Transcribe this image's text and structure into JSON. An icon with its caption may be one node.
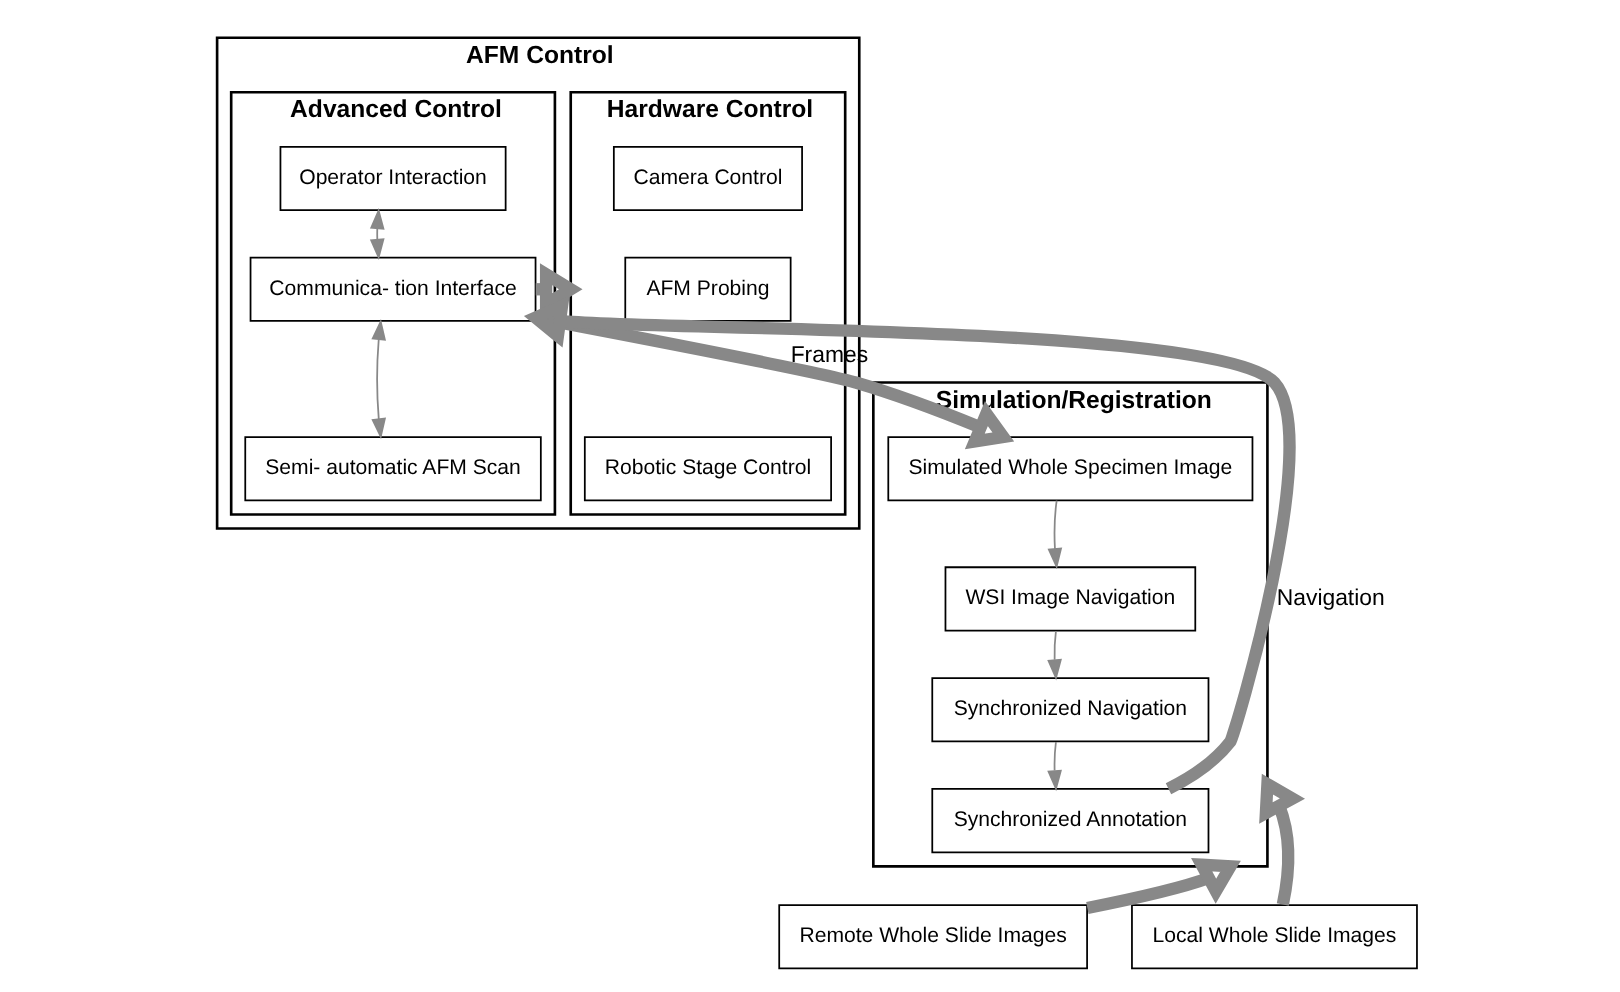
{
  "diagram": {
    "nodes": [
      {
        "text": [
          "AFM Control"
        ]
      },
      {
        "text": [
          "Hardware Control"
        ],
        "in": 0
      },
      {
        "text": [
          "Camera Control"
        ],
        "in": 1
      },
      {
        "text": [
          "AFM Probing"
        ],
        "in": 1
      },
      {
        "text": [
          "Robotic Stage Control"
        ],
        "in": 1
      },
      {
        "text": [
          "Advanced Control"
        ],
        "in": 0
      },
      {
        "text": [
          "Operator Interaction"
        ],
        "in": 5
      },
      {
        "text": [
          "Communica- tion Interface"
        ],
        "in": 5
      },
      {
        "text": [
          "Semi- automatic AFM Scan"
        ],
        "in": 5
      },
      {
        "text": [
          "Simulation/Registration"
        ]
      },
      {
        "text": [
          "Simulated Whole Specimen Image"
        ],
        "in": 9
      },
      {
        "text": [
          "WSI Image Navigation"
        ],
        "in": 9
      },
      {
        "text": [
          "Synchronized Navigation"
        ],
        "in": 9
      },
      {
        "text": [
          "Synchronized Annotation"
        ],
        "in": 9
      },
      {
        "text": [
          "Remote Whole Slide Images"
        ]
      },
      {
        "text": [
          "Local Whole Slide Images"
        ]
      }
    ],
    "edges": [
      {
        "from": 6,
        "to": 7,
        "arrow": "both"
      },
      {
        "from": 7,
        "to": 8,
        "arrow": "both"
      },
      {
        "from": 7,
        "to": 1,
        "arrow": "to",
        "style": "thick"
      },
      {
        "from": 7,
        "to": 10,
        "arrow": "to",
        "style": "thick",
        "label": "Frames"
      },
      {
        "from": 13,
        "to": 7,
        "arrow": "to",
        "style": "thick",
        "label": "Navigation"
      },
      {
        "from": 10,
        "to": 11,
        "arrow": "to"
      },
      {
        "from": 11,
        "to": 12,
        "arrow": "to"
      },
      {
        "from": 12,
        "to": 13,
        "arrow": "to"
      },
      {
        "from": 14,
        "to": 9,
        "arrow": "to",
        "style": "thick"
      },
      {
        "from": 15,
        "to": 9,
        "arrow": "to",
        "style": "thick"
      }
    ]
  }
}
